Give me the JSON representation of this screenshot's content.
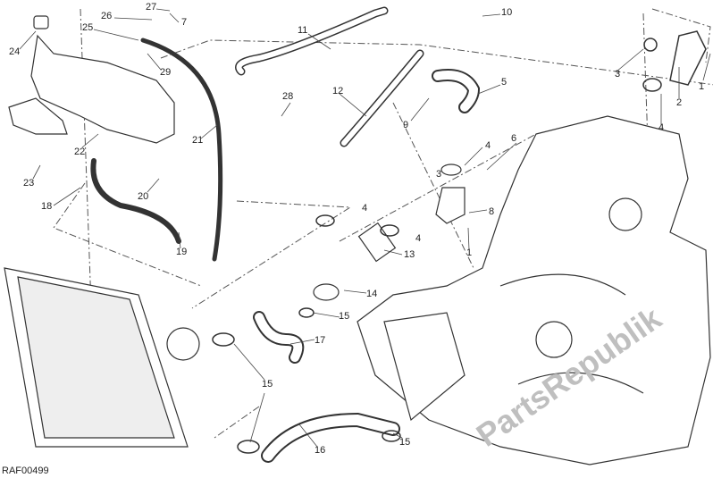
{
  "diagram": {
    "code": "RAF00499",
    "watermark": "PartsRepublik",
    "callouts": [
      "27",
      "26",
      "25",
      "7",
      "24",
      "29",
      "11",
      "10",
      "1",
      "3",
      "2",
      "4",
      "12",
      "28",
      "5",
      "9",
      "21",
      "22",
      "4",
      "6",
      "3",
      "8",
      "1",
      "23",
      "20",
      "18",
      "19",
      "4",
      "4",
      "13",
      "14",
      "15",
      "17",
      "15",
      "16",
      "15"
    ]
  }
}
